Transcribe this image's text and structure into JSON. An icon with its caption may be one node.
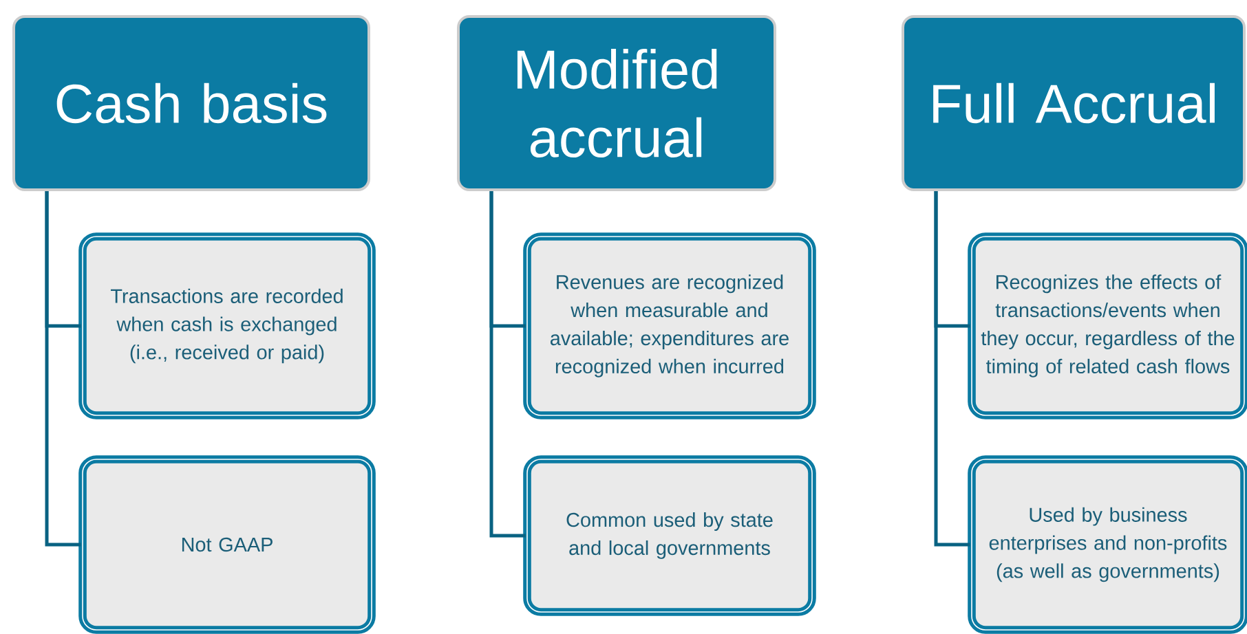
{
  "diagram": {
    "nodes": [
      {
        "text": [
          "Cash basis"
        ]
      },
      {
        "text": [
          "Transactions are recorded when cash is exchanged (i.e., received or paid)"
        ]
      },
      {
        "text": [
          "Not GAAP"
        ]
      },
      {
        "text": [
          "Modified accrual"
        ]
      },
      {
        "text": [
          "Revenues are recognized when measurable and available; expenditures are recognized when incurred"
        ]
      },
      {
        "text": [
          "Common used by state and local governments"
        ]
      },
      {
        "text": [
          "Full Accrual"
        ]
      },
      {
        "text": [
          "Recognizes the effects of transactions/events when they occur, regardless of the timing of related cash flows"
        ]
      },
      {
        "text": [
          "Used by business enterprises and non-profits (as well as governments)"
        ]
      }
    ],
    "edges": [
      {
        "from": 0,
        "to": 1,
        "arrow": "none"
      },
      {
        "from": 0,
        "to": 2,
        "arrow": "none"
      },
      {
        "from": 3,
        "to": 4,
        "arrow": "none"
      },
      {
        "from": 3,
        "to": 5,
        "arrow": "none"
      },
      {
        "from": 6,
        "to": 7,
        "arrow": "none"
      },
      {
        "from": 6,
        "to": 8,
        "arrow": "none"
      }
    ]
  }
}
